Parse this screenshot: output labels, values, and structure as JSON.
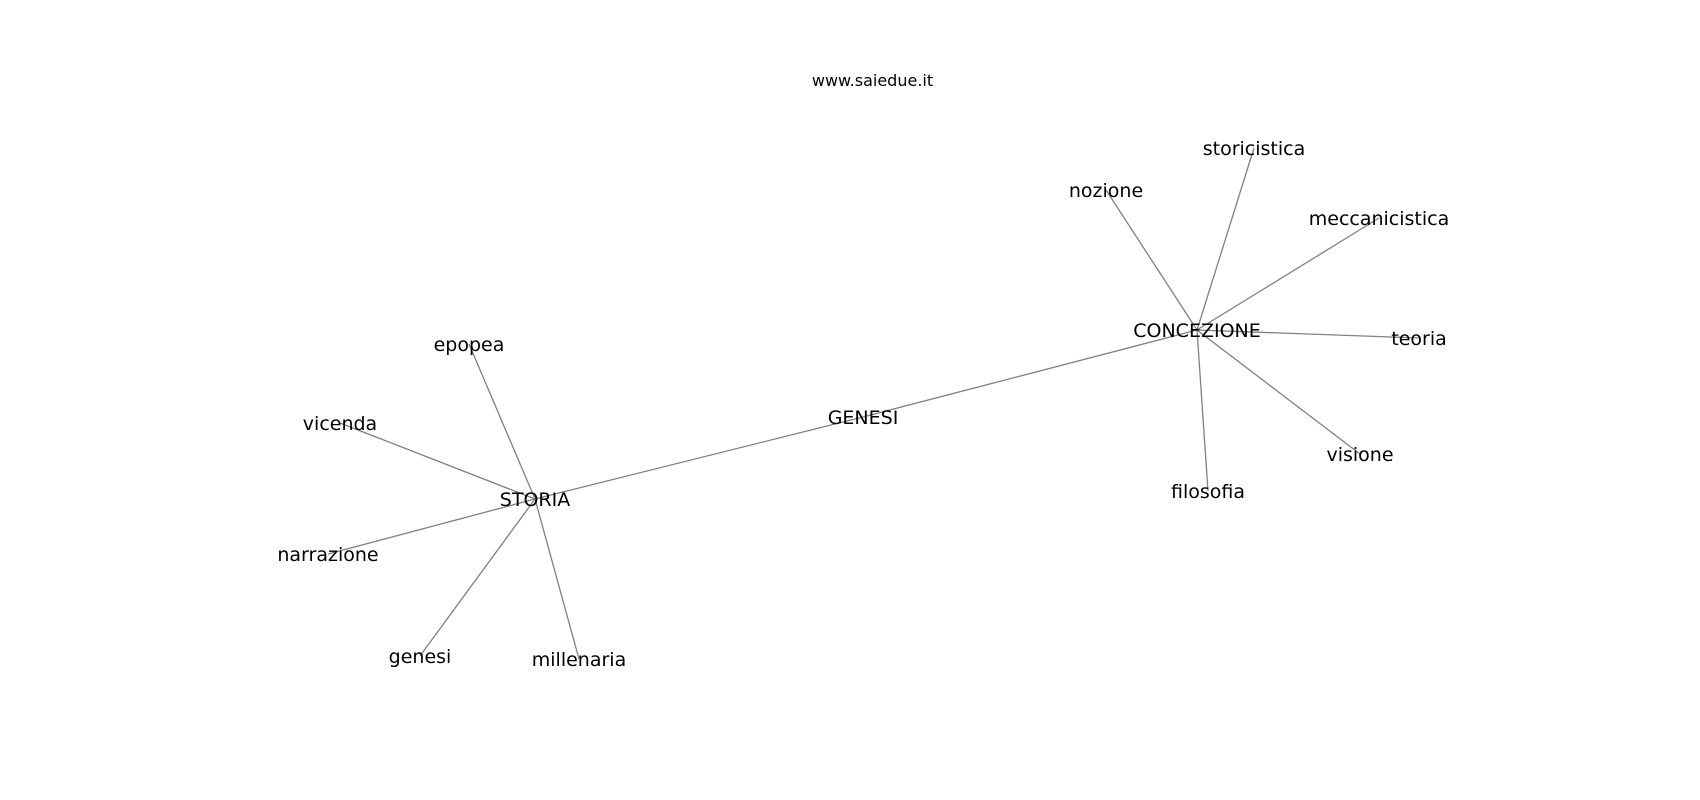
{
  "title": "www.saiedue.it",
  "nodes": {
    "genesi_center": "GENESI",
    "storia": "STORIA",
    "concezione": "CONCEZIONE",
    "epopea": "epopea",
    "vicenda": "vicenda",
    "narrazione": "narrazione",
    "genesi": "genesi",
    "millenaria": "millenaria",
    "nozione": "nozione",
    "storicistica": "storicistica",
    "meccanicistica": "meccanicistica",
    "teoria": "teoria",
    "visione": "visione",
    "filosofia": "filosofia"
  },
  "edges": [
    [
      "genesi_center",
      "storia"
    ],
    [
      "genesi_center",
      "concezione"
    ],
    [
      "storia",
      "epopea"
    ],
    [
      "storia",
      "vicenda"
    ],
    [
      "storia",
      "narrazione"
    ],
    [
      "storia",
      "genesi"
    ],
    [
      "storia",
      "millenaria"
    ],
    [
      "concezione",
      "nozione"
    ],
    [
      "concezione",
      "storicistica"
    ],
    [
      "concezione",
      "meccanicistica"
    ],
    [
      "concezione",
      "teoria"
    ],
    [
      "concezione",
      "visione"
    ],
    [
      "concezione",
      "filosofia"
    ]
  ]
}
